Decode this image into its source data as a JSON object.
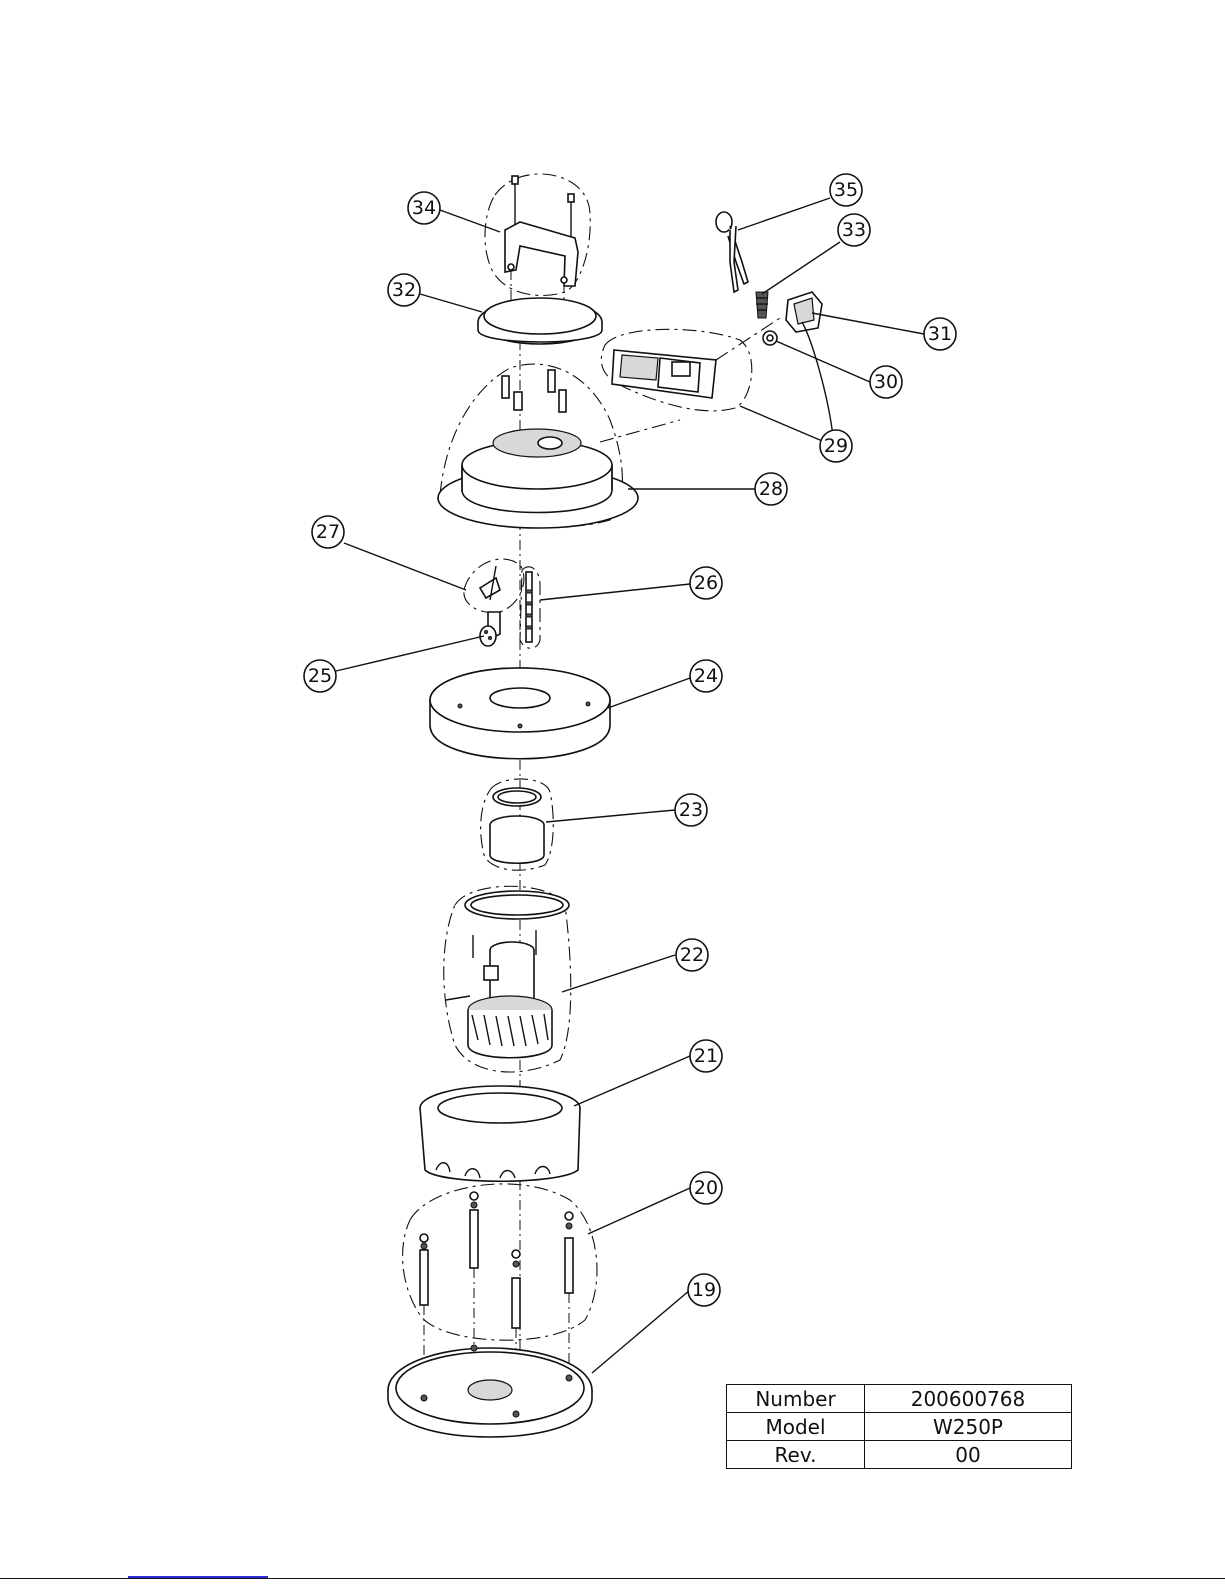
{
  "callouts": [
    {
      "id": "19",
      "label": "19"
    },
    {
      "id": "20",
      "label": "20"
    },
    {
      "id": "21",
      "label": "21"
    },
    {
      "id": "22",
      "label": "22"
    },
    {
      "id": "23",
      "label": "23"
    },
    {
      "id": "24",
      "label": "24"
    },
    {
      "id": "25",
      "label": "25"
    },
    {
      "id": "26",
      "label": "26"
    },
    {
      "id": "27",
      "label": "27"
    },
    {
      "id": "28",
      "label": "28"
    },
    {
      "id": "29",
      "label": "29"
    },
    {
      "id": "30",
      "label": "30"
    },
    {
      "id": "31",
      "label": "31"
    },
    {
      "id": "32",
      "label": "32"
    },
    {
      "id": "33",
      "label": "33"
    },
    {
      "id": "34",
      "label": "34"
    },
    {
      "id": "35",
      "label": "35"
    }
  ],
  "info_table": {
    "rows": [
      {
        "key": "Number",
        "value": "200600768"
      },
      {
        "key": "Model",
        "value": "W250P"
      },
      {
        "key": "Rev.",
        "value": "00"
      }
    ]
  },
  "colors": {
    "line": "#111111",
    "background": "#ffffff",
    "footer_link": "#2b2bd6"
  }
}
